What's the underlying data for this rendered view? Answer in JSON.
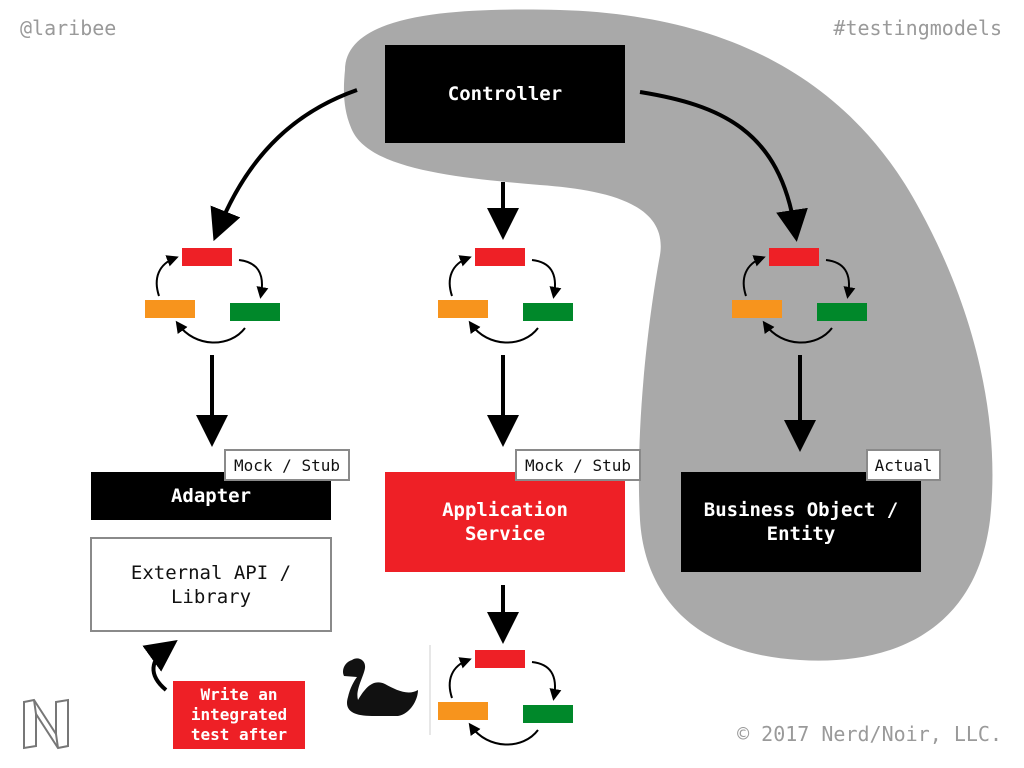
{
  "header": {
    "handle": "@laribee",
    "hashtag": "#testingmodels"
  },
  "footer": {
    "copyright": "© 2017 Nerd/Noir, LLC."
  },
  "nodes": {
    "controller": "Controller",
    "adapter": "Adapter",
    "external_api_line1": "External API /",
    "external_api_line2": "Library",
    "app_service_line1": "Application",
    "app_service_line2": "Service",
    "business_line1": "Business Object /",
    "business_line2": "Entity"
  },
  "tags": {
    "adapter": "Mock / Stub",
    "app_service": "Mock / Stub",
    "business": "Actual"
  },
  "note": {
    "line1": "Write an",
    "line2": "integrated",
    "line3": "test after"
  },
  "colors": {
    "red": "#ee2026",
    "orange": "#f7941d",
    "green": "#00882a",
    "gray_region": "#a9a9a9",
    "black": "#000000"
  },
  "icons": [
    "nerd-noir-logo-icon",
    "black-swan-icon"
  ]
}
